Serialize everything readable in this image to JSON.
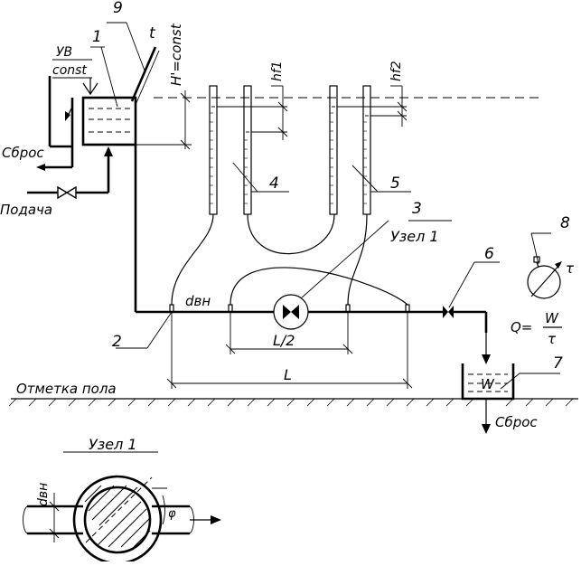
{
  "labels": {
    "callout_1": "1",
    "callout_2": "2",
    "callout_3": "3",
    "callout_4": "4",
    "callout_5": "5",
    "callout_6": "6",
    "callout_7": "7",
    "callout_8": "8",
    "callout_9": "9",
    "thermometer_t": "t",
    "level_top": "УВ",
    "level_bottom": "const",
    "head": "H'=const",
    "hf1": "hf1",
    "hf2": "hf2",
    "discharge_top": "Сброс",
    "supply": "Подача",
    "node_name": "Узел 1",
    "d_inner": "dвн",
    "half_length": "L/2",
    "length": "L",
    "floor_mark": "Отметка пола",
    "w_tank": "W",
    "discharge_bottom": "Сброс",
    "tau": "τ",
    "flow_q": "Q=",
    "flow_num": "W",
    "flow_den": "τ",
    "node_title": "Узел 1",
    "node_d": "dвн",
    "phi": "φ"
  }
}
